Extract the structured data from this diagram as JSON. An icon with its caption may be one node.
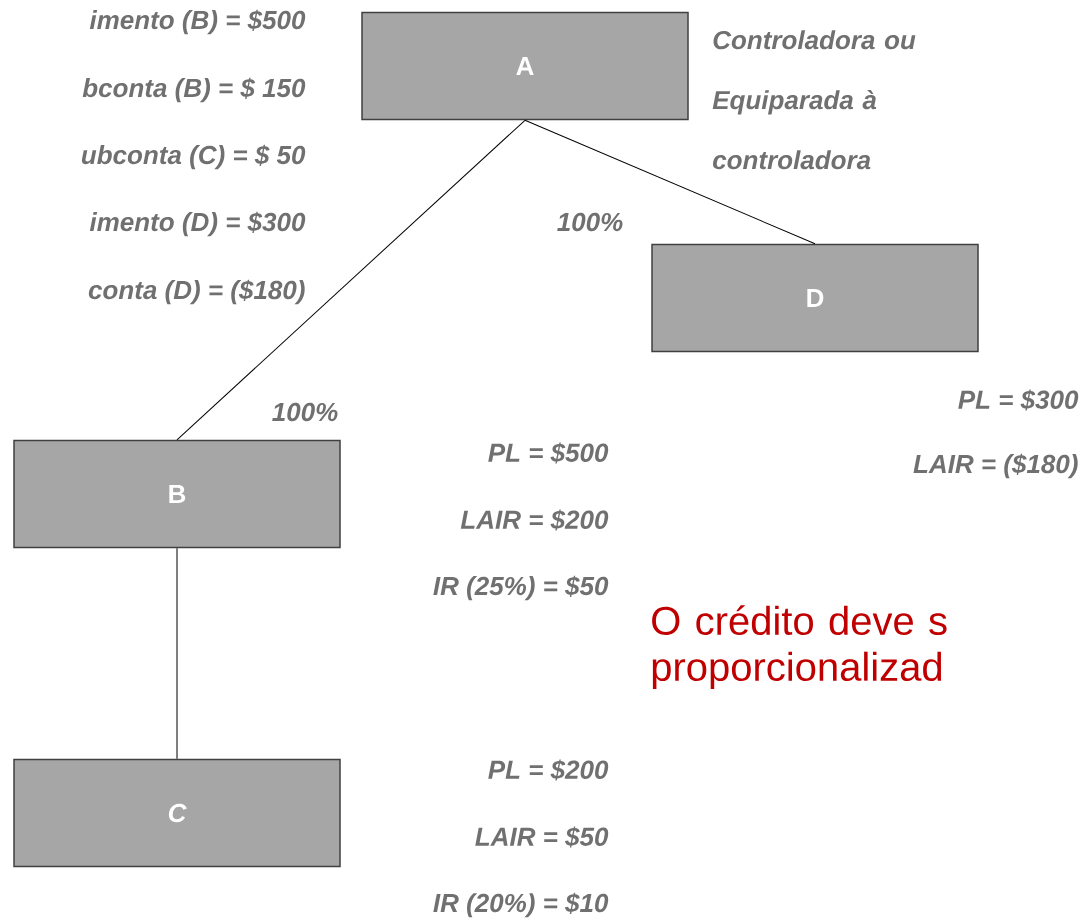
{
  "diagram": {
    "nodes": [
      {
        "text": [
          "A"
        ],
        "beside": [
          "Controladora ou Equiparada à controladora"
        ]
      },
      {
        "text": [
          "D"
        ],
        "beside": [
          "PL = $300",
          "LAIR = ($180)"
        ]
      },
      {
        "text": [
          "B"
        ],
        "beside": [
          "PL = $500",
          "LAIR = $200",
          "IR (25%) = $50"
        ]
      },
      {
        "text": [
          "C"
        ],
        "beside": [
          "PL = $200",
          "LAIR = $50",
          "IR (20%) = $10"
        ]
      }
    ],
    "edges": [
      {
        "from": 0,
        "to": 2,
        "arrow": "none",
        "label": "100%"
      },
      {
        "from": 0,
        "to": 1,
        "arrow": "none",
        "label": "100%"
      },
      {
        "from": 2,
        "to": 3,
        "arrow": "none"
      }
    ],
    "labels": [
      "imento (B) = $500",
      "bconta (B) = $ 150",
      "ubconta (C) = $ 50",
      "imento (D) = $300",
      "conta (D) = ($180)",
      "O crédito deve s proporcionalizad"
    ]
  }
}
